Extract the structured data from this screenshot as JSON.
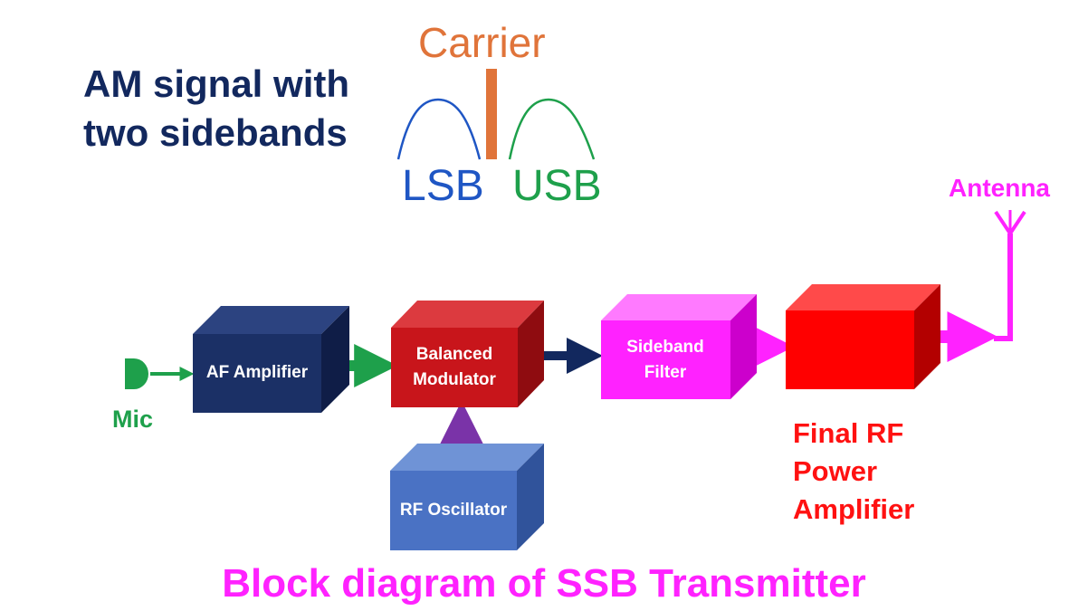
{
  "heading": {
    "line1": "AM signal with",
    "line2": "two sidebands"
  },
  "spectrum": {
    "carrier_label": "Carrier",
    "lsb_label": "LSB",
    "usb_label": "USB",
    "colors": {
      "carrier": "#e0743a",
      "lsb": "#1f56c4",
      "usb": "#1ea04b"
    }
  },
  "blocks": {
    "af_amplifier": "AF Amplifier",
    "balanced_modulator": {
      "line1": "Balanced",
      "line2": "Modulator"
    },
    "rf_oscillator": "RF Oscillator",
    "sideband_filter": {
      "line1": "Sideband",
      "line2": "Filter"
    },
    "final_rf_power_amplifier": {
      "line1": "Final RF",
      "line2": "Power",
      "line3": "Amplifier"
    }
  },
  "mic_label": "Mic",
  "antenna_label": "Antenna",
  "caption": "Block diagram of SSB Transmitter",
  "colors": {
    "af_amplifier": "#1b3066",
    "balanced_modulator": "#c8151b",
    "rf_oscillator": "#4a72c4",
    "sideband_filter": "#ff22ff",
    "final_amplifier": "#ff0000",
    "mic": "#1ea04b",
    "caption": "#ff22ff"
  }
}
